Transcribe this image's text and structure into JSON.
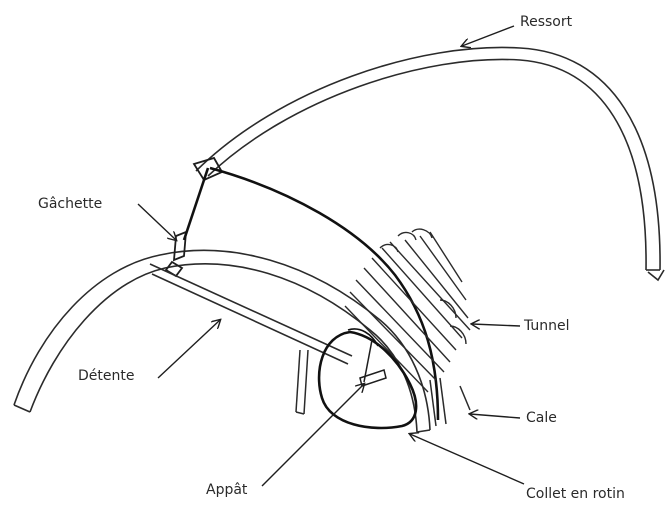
{
  "labels": {
    "ressort": "Ressort",
    "gachette": "Gâchette",
    "detente": "Détente",
    "tunnel": "Tunnel",
    "cale": "Cale",
    "appat": "Appât",
    "collet": "Collet en rotin"
  },
  "colors": {
    "ink": "#1e1e1e",
    "sketch": "#3a3a3a",
    "shade": "#9a9a9a",
    "paper": "#ffffff"
  }
}
